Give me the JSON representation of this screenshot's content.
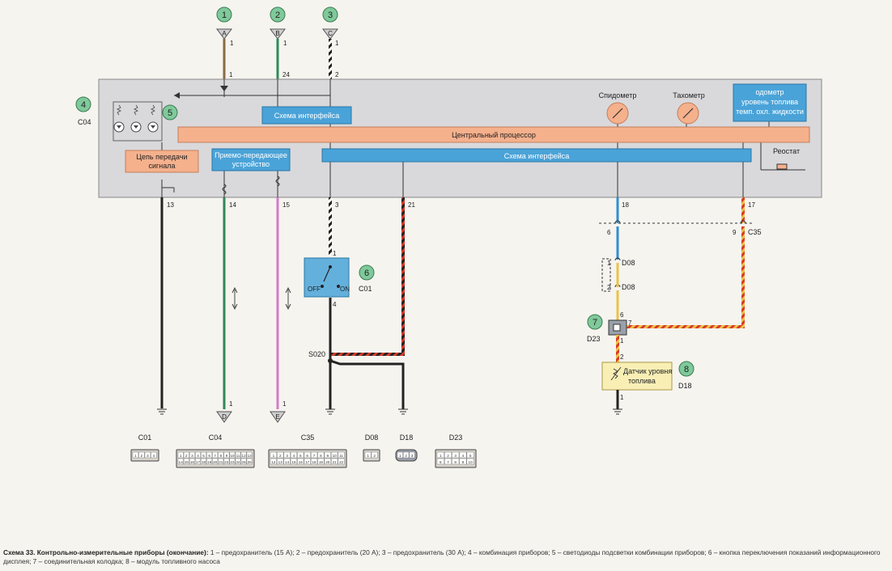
{
  "fuse_badges": [
    {
      "num": "1",
      "letter": "A",
      "pin_top": "1",
      "pin_bottom": "1"
    },
    {
      "num": "2",
      "letter": "B",
      "pin_top": "1",
      "pin_bottom": "24"
    },
    {
      "num": "3",
      "letter": "C",
      "pin_top": "1",
      "pin_bottom": "2"
    }
  ],
  "cluster": {
    "badge": "4",
    "connector": "C04",
    "led_badge": "5",
    "blocks": {
      "signal_circuit": [
        "Цепь передачи",
        "сигнала"
      ],
      "transceiver": [
        "Приемо-передающее",
        "устройство"
      ],
      "interface_top": "Схема интерфейса",
      "cpu": "Центральный процессор",
      "interface_main": "Схема интерфейса",
      "display": [
        "одометр",
        "уровень топлива",
        "темп. охл. жидкости"
      ]
    },
    "gauges": {
      "speedometer": "Спидометр",
      "tachometer": "Тахометр"
    },
    "rheostat": "Реостат",
    "pins": [
      "13",
      "14",
      "15",
      "3",
      "21",
      "18",
      "17"
    ]
  },
  "switch": {
    "badge": "6",
    "connector": "C01",
    "pin_top": "1",
    "pin_bottom": "4",
    "off": "OFF",
    "on": "ON"
  },
  "splice": "S020",
  "c35": {
    "left_pin": "6",
    "right_pin": "9",
    "name": "C35"
  },
  "d08": {
    "pin1": "1",
    "pin2": "2",
    "name": "D08"
  },
  "d23": {
    "badge": "7",
    "name": "D23",
    "pin_in": "6",
    "pin_side": "7",
    "pin_out": "1"
  },
  "sensor": {
    "badge": "8",
    "name": "D18",
    "label": [
      "Датчик уровня",
      "топлива"
    ],
    "pin_top": "2",
    "pin_bottom": "1"
  },
  "bottom_terminals": [
    {
      "letter": "D",
      "pin": "1"
    },
    {
      "letter": "E",
      "pin": "1"
    }
  ],
  "connectors": [
    {
      "name": "C01",
      "rows": [
        [
          "1",
          "2",
          "3",
          "4"
        ]
      ]
    },
    {
      "name": "C04",
      "rows": [
        [
          "1",
          "2",
          "3",
          "4",
          "5",
          "6",
          "7",
          "8",
          "9",
          "10",
          "11",
          "12",
          "13"
        ],
        [
          "14",
          "15",
          "16",
          "17",
          "18",
          "19",
          "20",
          "21",
          "22",
          "23",
          "24",
          "25",
          "26"
        ]
      ]
    },
    {
      "name": "C35",
      "rows": [
        [
          "1",
          "2",
          "3",
          "4",
          "5",
          "6",
          "7",
          "8",
          "9",
          "10",
          "11"
        ],
        [
          "12",
          "13",
          "14",
          "15",
          "16",
          "17",
          "18",
          "19",
          "20",
          "21",
          "22"
        ]
      ]
    },
    {
      "name": "D08",
      "rows": [
        [
          "1",
          "2"
        ]
      ]
    },
    {
      "name": "D18",
      "rows": [
        [
          "1",
          "2",
          "3"
        ]
      ]
    },
    {
      "name": "D23",
      "rows": [
        [
          "1",
          "2",
          "3",
          "4",
          "5"
        ],
        [
          "6",
          "7",
          "8",
          "9",
          "10"
        ]
      ]
    }
  ],
  "caption": {
    "title": "Схема 33. Контрольно-измерительные приборы (окончание):",
    "text": " 1 – предохранитель (15 А); 2 – предохранитель (20 А); 3 – предохранитель (30 А); 4 – комбинация приборов; 5 – светодиоды подсветки комбинации приборов; 6 – кнопка переключения показаний информационного дисплея; 7 – соединительная колодка; 8 – модуль топливного насоса"
  },
  "colors": {
    "wire_brown": "#8a6a45",
    "wire_green": "#2e8a58",
    "wire_pink": "#d47ac8",
    "wire_black": "#222222",
    "wire_blue": "#2f8fd0",
    "wire_yellow": "#e9c34a",
    "wire_red": "#d83a2a",
    "block_blue": "#4aa3d8",
    "block_salmon": "#f5b08c",
    "badge_green": "#7fc99a"
  }
}
